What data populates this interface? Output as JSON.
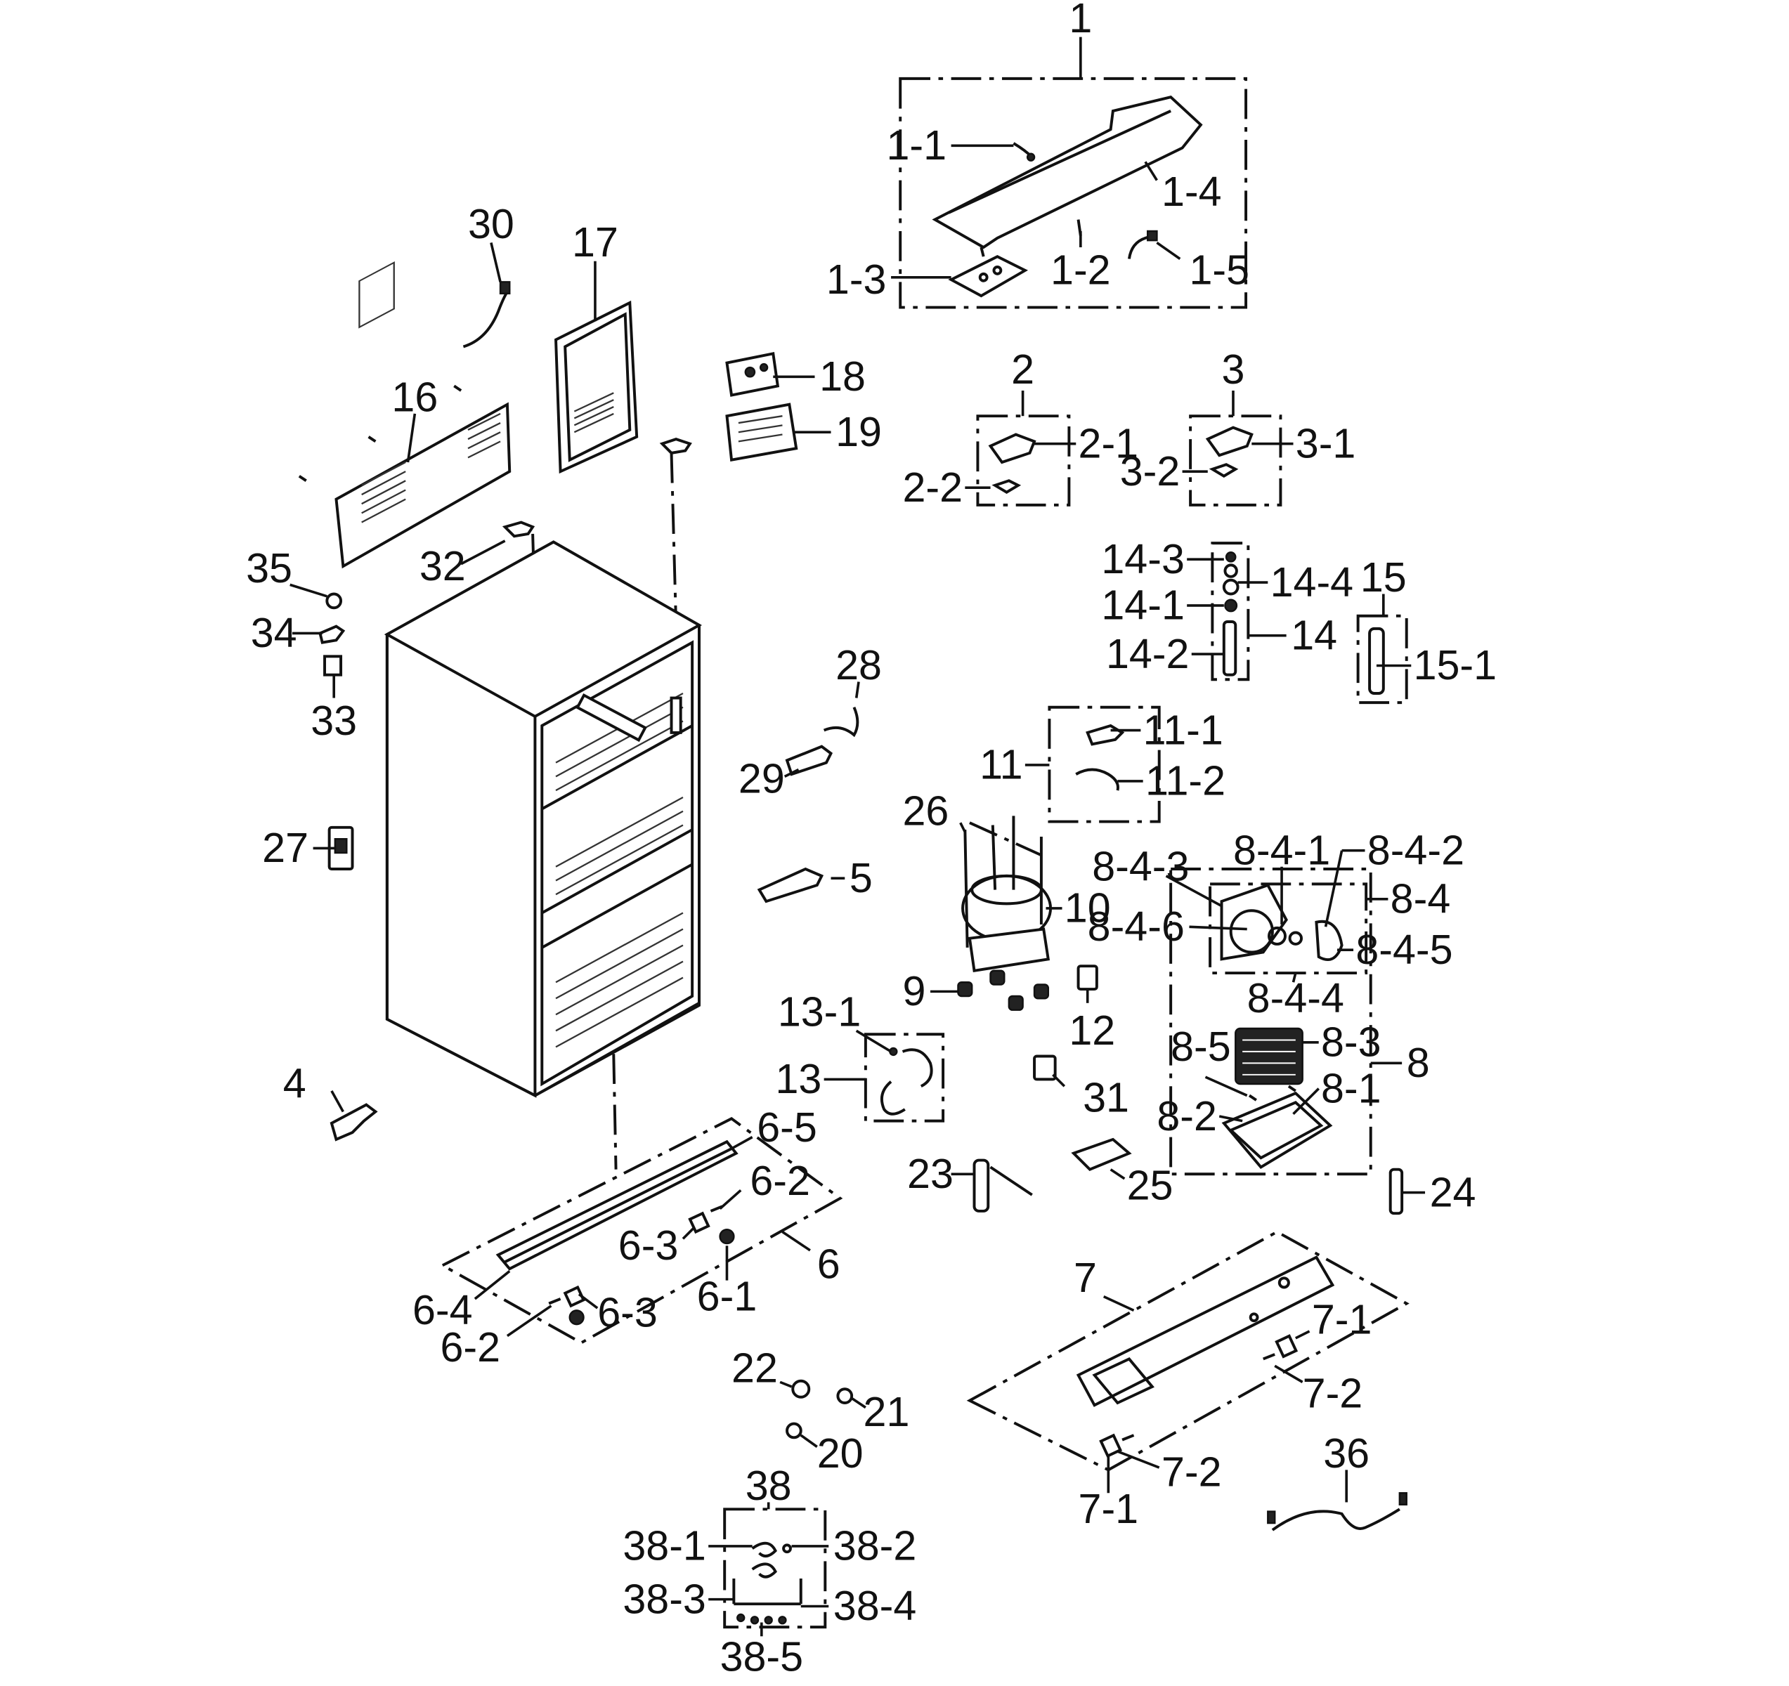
{
  "diagram": {
    "labels": [
      {
        "id": "1",
        "text": "1"
      },
      {
        "id": "1-1",
        "text": "1-1"
      },
      {
        "id": "1-2",
        "text": "1-2"
      },
      {
        "id": "1-3",
        "text": "1-3"
      },
      {
        "id": "1-4",
        "text": "1-4"
      },
      {
        "id": "1-5",
        "text": "1-5"
      },
      {
        "id": "2",
        "text": "2"
      },
      {
        "id": "2-1",
        "text": "2-1"
      },
      {
        "id": "2-2",
        "text": "2-2"
      },
      {
        "id": "3",
        "text": "3"
      },
      {
        "id": "3-1",
        "text": "3-1"
      },
      {
        "id": "3-2",
        "text": "3-2"
      },
      {
        "id": "4",
        "text": "4"
      },
      {
        "id": "5",
        "text": "5"
      },
      {
        "id": "6",
        "text": "6"
      },
      {
        "id": "6-1",
        "text": "6-1"
      },
      {
        "id": "6-2a",
        "text": "6-2"
      },
      {
        "id": "6-2b",
        "text": "6-2"
      },
      {
        "id": "6-3a",
        "text": "6-3"
      },
      {
        "id": "6-3b",
        "text": "6-3"
      },
      {
        "id": "6-4",
        "text": "6-4"
      },
      {
        "id": "6-5",
        "text": "6-5"
      },
      {
        "id": "7",
        "text": "7"
      },
      {
        "id": "7-1a",
        "text": "7-1"
      },
      {
        "id": "7-1b",
        "text": "7-1"
      },
      {
        "id": "7-2a",
        "text": "7-2"
      },
      {
        "id": "7-2b",
        "text": "7-2"
      },
      {
        "id": "8",
        "text": "8"
      },
      {
        "id": "8-1",
        "text": "8-1"
      },
      {
        "id": "8-2",
        "text": "8-2"
      },
      {
        "id": "8-3",
        "text": "8-3"
      },
      {
        "id": "8-4",
        "text": "8-4"
      },
      {
        "id": "8-4-1",
        "text": "8-4-1"
      },
      {
        "id": "8-4-2",
        "text": "8-4-2"
      },
      {
        "id": "8-4-3",
        "text": "8-4-3"
      },
      {
        "id": "8-4-4",
        "text": "8-4-4"
      },
      {
        "id": "8-4-5",
        "text": "8-4-5"
      },
      {
        "id": "8-4-6",
        "text": "8-4-6"
      },
      {
        "id": "8-5",
        "text": "8-5"
      },
      {
        "id": "9",
        "text": "9"
      },
      {
        "id": "10",
        "text": "10"
      },
      {
        "id": "11",
        "text": "11"
      },
      {
        "id": "11-1",
        "text": "11-1"
      },
      {
        "id": "11-2",
        "text": "11-2"
      },
      {
        "id": "12",
        "text": "12"
      },
      {
        "id": "13",
        "text": "13"
      },
      {
        "id": "13-1",
        "text": "13-1"
      },
      {
        "id": "14",
        "text": "14"
      },
      {
        "id": "14-1",
        "text": "14-1"
      },
      {
        "id": "14-2",
        "text": "14-2"
      },
      {
        "id": "14-3",
        "text": "14-3"
      },
      {
        "id": "14-4",
        "text": "14-4"
      },
      {
        "id": "15",
        "text": "15"
      },
      {
        "id": "15-1",
        "text": "15-1"
      },
      {
        "id": "16",
        "text": "16"
      },
      {
        "id": "17",
        "text": "17"
      },
      {
        "id": "18",
        "text": "18"
      },
      {
        "id": "19",
        "text": "19"
      },
      {
        "id": "20",
        "text": "20"
      },
      {
        "id": "21",
        "text": "21"
      },
      {
        "id": "22",
        "text": "22"
      },
      {
        "id": "23",
        "text": "23"
      },
      {
        "id": "24",
        "text": "24"
      },
      {
        "id": "25",
        "text": "25"
      },
      {
        "id": "26",
        "text": "26"
      },
      {
        "id": "27",
        "text": "27"
      },
      {
        "id": "28",
        "text": "28"
      },
      {
        "id": "29",
        "text": "29"
      },
      {
        "id": "30",
        "text": "30"
      },
      {
        "id": "31",
        "text": "31"
      },
      {
        "id": "32",
        "text": "32"
      },
      {
        "id": "33",
        "text": "33"
      },
      {
        "id": "34",
        "text": "34"
      },
      {
        "id": "35",
        "text": "35"
      },
      {
        "id": "36",
        "text": "36"
      },
      {
        "id": "38",
        "text": "38"
      },
      {
        "id": "38-1",
        "text": "38-1"
      },
      {
        "id": "38-2",
        "text": "38-2"
      },
      {
        "id": "38-3",
        "text": "38-3"
      },
      {
        "id": "38-4",
        "text": "38-4"
      },
      {
        "id": "38-5",
        "text": "38-5"
      }
    ]
  }
}
